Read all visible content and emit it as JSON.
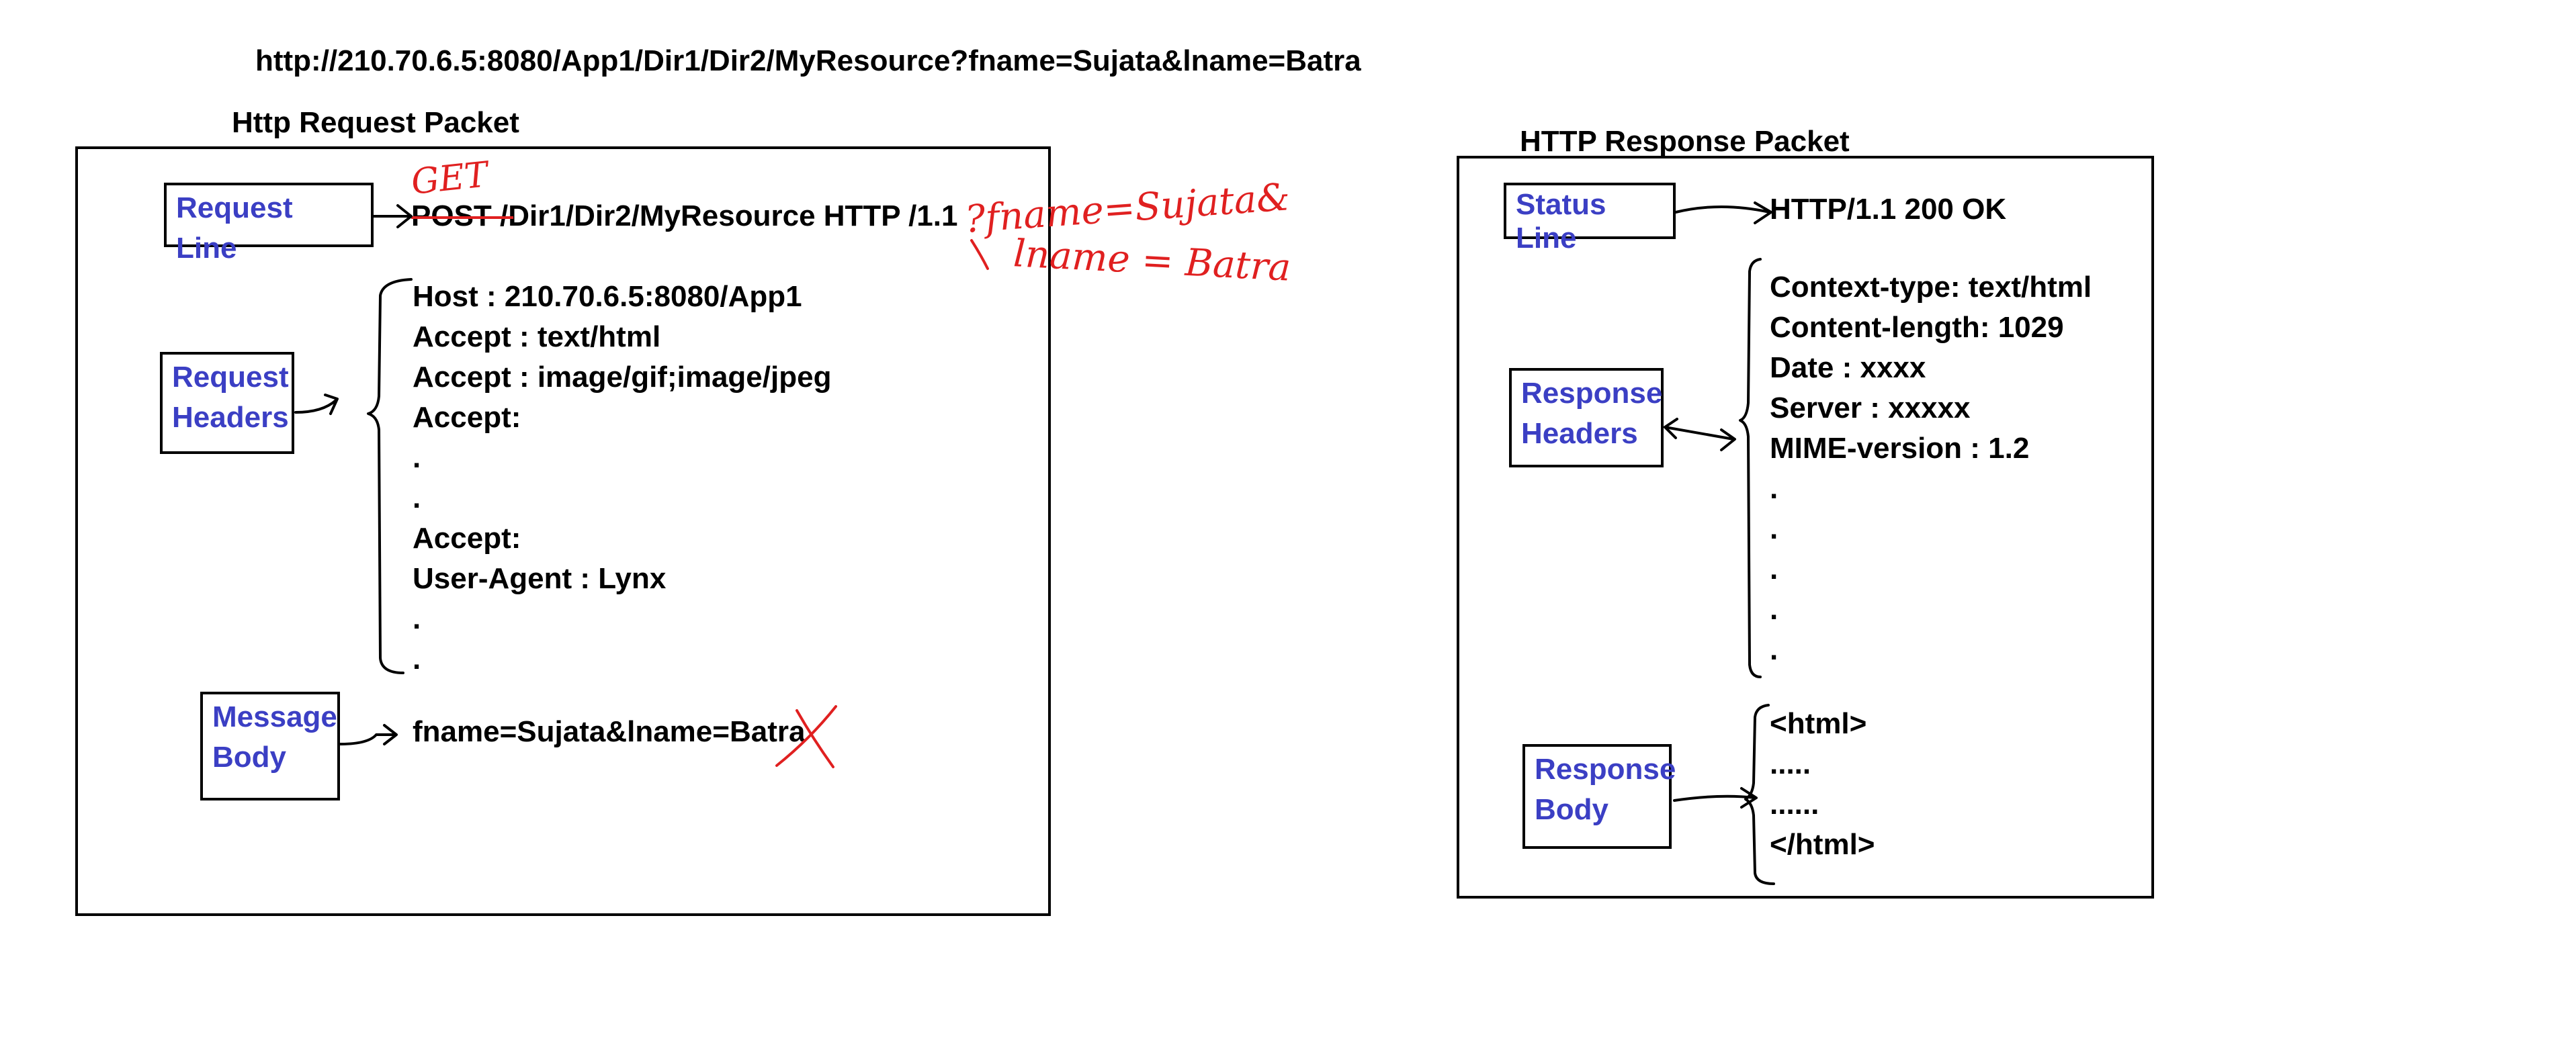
{
  "url": "http://210.70.6.5:8080/App1/Dir1/Dir2/MyResource?fname=Sujata&lname=Batra",
  "request": {
    "title": "Http Request Packet",
    "labels": {
      "request_line": "Request Line",
      "request_headers_1": "Request",
      "request_headers_2": "Headers",
      "message_body_1": "Message",
      "message_body_2": "Body"
    },
    "request_line": {
      "method": "POST",
      "rest": " /Dir1/Dir2/MyResource HTTP /1.1"
    },
    "headers": [
      "Host : 210.70.6.5:8080/App1",
      "Accept : text/html",
      "Accept : image/gif;image/jpeg",
      "Accept:",
      ".",
      ".",
      "Accept:",
      "User-Agent : Lynx",
      ".",
      "."
    ],
    "body": "fname=Sujata&lname=Batra",
    "annotations": {
      "method_correction": "GET",
      "query_line1": "?fname=Sujata&",
      "query_line2": "lname = Batra"
    }
  },
  "response": {
    "title": "HTTP Response Packet",
    "labels": {
      "status_line": "Status Line",
      "response_headers_1": "Response",
      "response_headers_2": "Headers",
      "response_body_1": "Response",
      "response_body_2": "Body"
    },
    "status_line": "HTTP/1.1 200 OK",
    "headers": [
      "Context-type: text/html",
      "Content-length: 1029",
      "Date : xxxx",
      "Server : xxxxx",
      "MIME-version : 1.2",
      ".",
      ".",
      ".",
      ".",
      "."
    ],
    "body": [
      "<html>",
      ".....",
      "......",
      "</html>"
    ]
  },
  "colors": {
    "label_text": "#3b3fc4",
    "annotation": "#e02020"
  }
}
